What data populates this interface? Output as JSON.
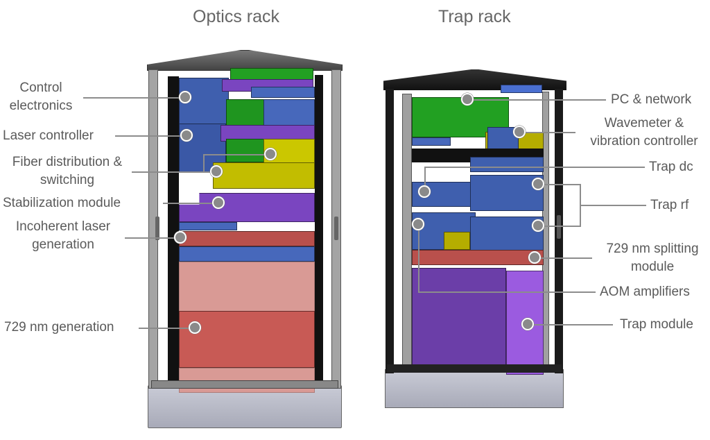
{
  "titles": {
    "optics": "Optics rack",
    "trap": "Trap rack"
  },
  "optics_labels": {
    "control_1": "Control",
    "control_2": "electronics",
    "laser_controller": "Laser controller",
    "fiber_1": "Fiber distribution &",
    "fiber_2": "switching",
    "stabilization": "Stabilization module",
    "incoherent_1": "Incoherent laser",
    "incoherent_2": "generation",
    "gen729": "729 nm generation"
  },
  "trap_labels": {
    "pc_network": "PC & network",
    "wavemeter_1": "Wavemeter &",
    "wavemeter_2": "vibration controller",
    "trap_dc": "Trap dc",
    "trap_rf": "Trap rf",
    "splitting_1": "729 nm splitting",
    "splitting_2": "module",
    "aom": "AOM amplifiers",
    "trap_module": "Trap module"
  },
  "colors": {
    "blue": "#3f5fae",
    "green": "#22a022",
    "purple": "#7a45c0",
    "yellow": "#c8c400",
    "red": "#b9504c",
    "pink": "#d99a95",
    "frame_light": "#9a9a9a",
    "frame_dark": "#1a1a1a",
    "base": "#b8bac8",
    "leader": "#8c8c8c"
  }
}
